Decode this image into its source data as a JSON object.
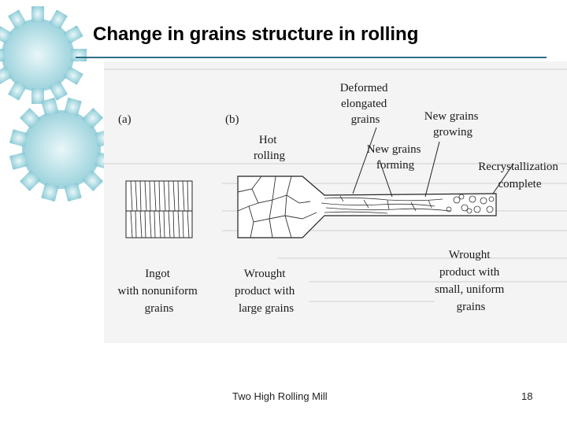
{
  "slide": {
    "title": "Change in grains structure in rolling",
    "footer_text": "Two High Rolling Mill",
    "page_number": "18"
  },
  "figure": {
    "panel_a": "(a)",
    "panel_b": "(b)",
    "hot_rolling": [
      "Hot",
      "rolling"
    ],
    "deformed": [
      "Deformed",
      "elongated",
      "grains"
    ],
    "new_grains_forming": [
      "New grains",
      "forming"
    ],
    "new_grains_growing": [
      "New grains",
      "growing"
    ],
    "recrystallization": [
      "Recrystallization",
      "complete"
    ],
    "ingot": [
      "Ingot",
      "with nonuniform",
      "grains"
    ],
    "wrought_large": [
      "Wrought",
      "product with",
      "large grains"
    ],
    "wrought_small": [
      "Wrought",
      "product with",
      "small, uniform",
      "grains"
    ]
  },
  "colors": {
    "accent": "#2f6f86",
    "gear": "#7fc3cf"
  }
}
